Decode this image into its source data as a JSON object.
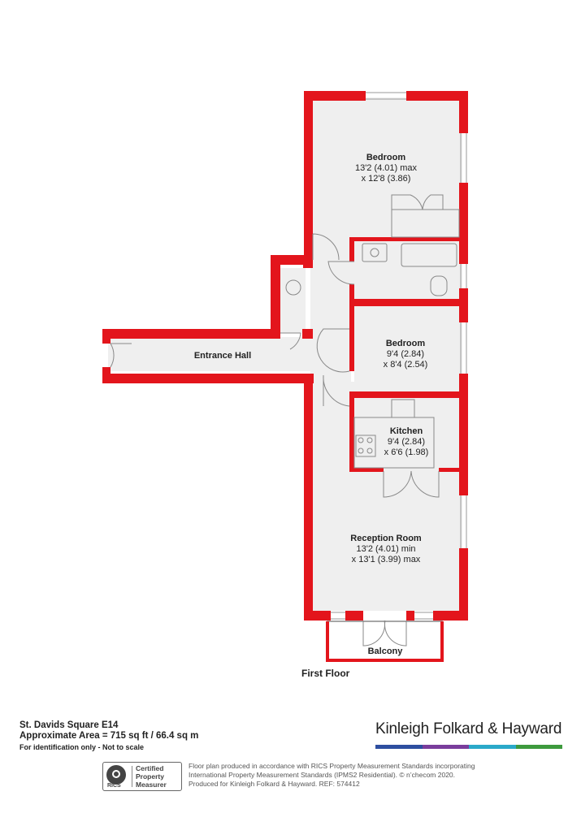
{
  "rooms": {
    "bedroom1": {
      "name": "Bedroom",
      "dims1": "13'2 (4.01) max",
      "dims2": "x 12'8 (3.86)"
    },
    "bedroom2": {
      "name": "Bedroom",
      "dims1": "9'4 (2.84)",
      "dims2": "x 8'4 (2.54)"
    },
    "kitchen": {
      "name": "Kitchen",
      "dims1": "9'4 (2.84)",
      "dims2": "x 6'6 (1.98)"
    },
    "reception": {
      "name": "Reception Room",
      "dims1": "13'2 (4.01) min",
      "dims2": "x 13'1 (3.99) max"
    },
    "hall": {
      "name": "Entrance Hall"
    },
    "balcony": {
      "name": "Balcony"
    }
  },
  "floor_label": "First Floor",
  "footer": {
    "address": "St. Davids Square  E14",
    "area": "Approximate Area = 715 sq ft / 66.4 sq m",
    "disclaimer": "For identification only - Not to scale",
    "brand": "Kinleigh Folkard & Hayward",
    "brand_colors": [
      "#2d4ea0",
      "#7a3d9c",
      "#2aa9c9",
      "#3d9a3d"
    ],
    "rics_short": "RICS",
    "rics_badge": "Certified Property Measurer",
    "notes_line1": "Floor plan produced in accordance with RICS Property Measurement Standards incorporating",
    "notes_line2": "International Property Measurement Standards (IPMS2 Residential).  © n’checom 2020.",
    "notes_line3": "Produced for Kinleigh Folkard & Hayward.   REF: 574412"
  },
  "colors": {
    "wall": "#e3151c",
    "floor": "#efefef"
  }
}
